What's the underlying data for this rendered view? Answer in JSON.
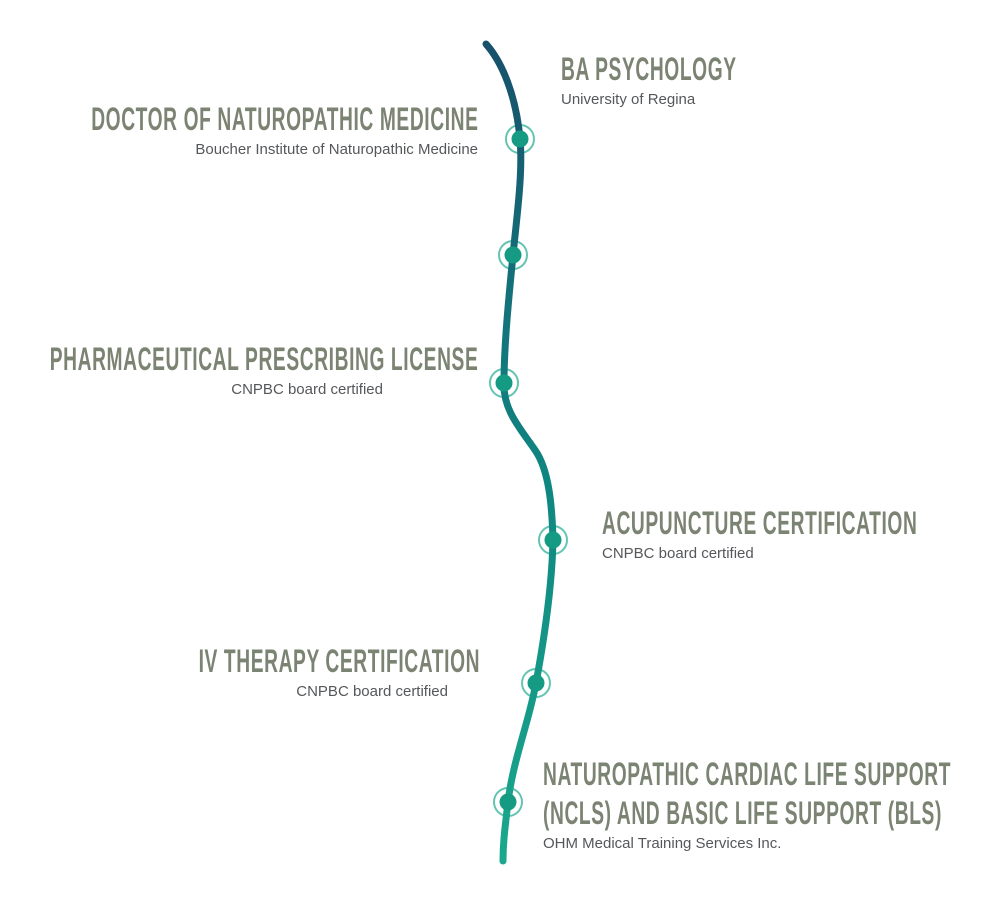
{
  "timeline": {
    "items": [
      {
        "title": "BA PSYCHOLOGY",
        "subtitle": "University of Regina",
        "side": "right"
      },
      {
        "title": "DOCTOR OF NATUROPATHIC MEDICINE",
        "subtitle": "Boucher Institute of Naturopathic Medicine",
        "side": "left"
      },
      {
        "title": "PHARMACEUTICAL PRESCRIBING LICENSE",
        "subtitle": "CNPBC board certified",
        "side": "left"
      },
      {
        "title": "ACUPUNCTURE CERTIFICATION",
        "subtitle": "CNPBC board certified",
        "side": "right"
      },
      {
        "title": "IV THERAPY CERTIFICATION",
        "subtitle": "CNPBC board certified",
        "side": "left"
      },
      {
        "title": "NATUROPATHIC CARDIAC LIFE SUPPORT (NCLS) AND BASIC LIFE SUPPORT (BLS)",
        "subtitle": "OHM Medical Training Services Inc.",
        "side": "right"
      }
    ]
  },
  "colors": {
    "background": "#FFFFFF",
    "line_top": "#17506B",
    "line_upper_mid": "#14707A",
    "line_lower_mid": "#0F8781",
    "line_bottom": "#1BA88D",
    "dot": "#159B83",
    "ring": "#63C4B2",
    "heading_text": "#7B8473",
    "subtitle_text": "#55575A"
  }
}
